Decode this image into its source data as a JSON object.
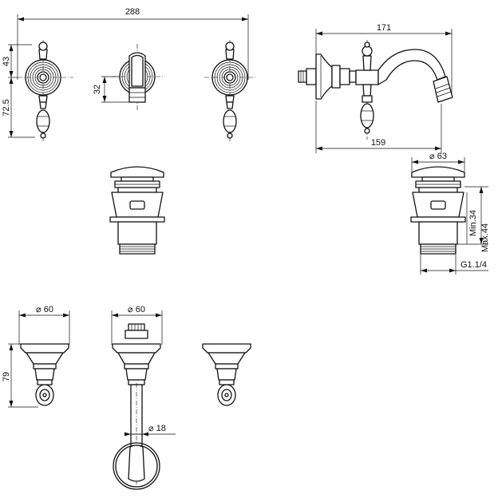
{
  "dimensions": {
    "overall_width": "288",
    "handle_height_upper": "43",
    "handle_height_lower": "72.5",
    "center_handle_height": "32",
    "spout_projection": "171",
    "spout_reach": "159",
    "drain_diameter": "63",
    "drain_min": "Min.34",
    "drain_max": "Max.44",
    "drain_thread": "G1.1/4",
    "flange_diameter_left": "60",
    "flange_diameter_center": "60",
    "flange_height": "79",
    "wall_pipe_diameter": "18"
  }
}
